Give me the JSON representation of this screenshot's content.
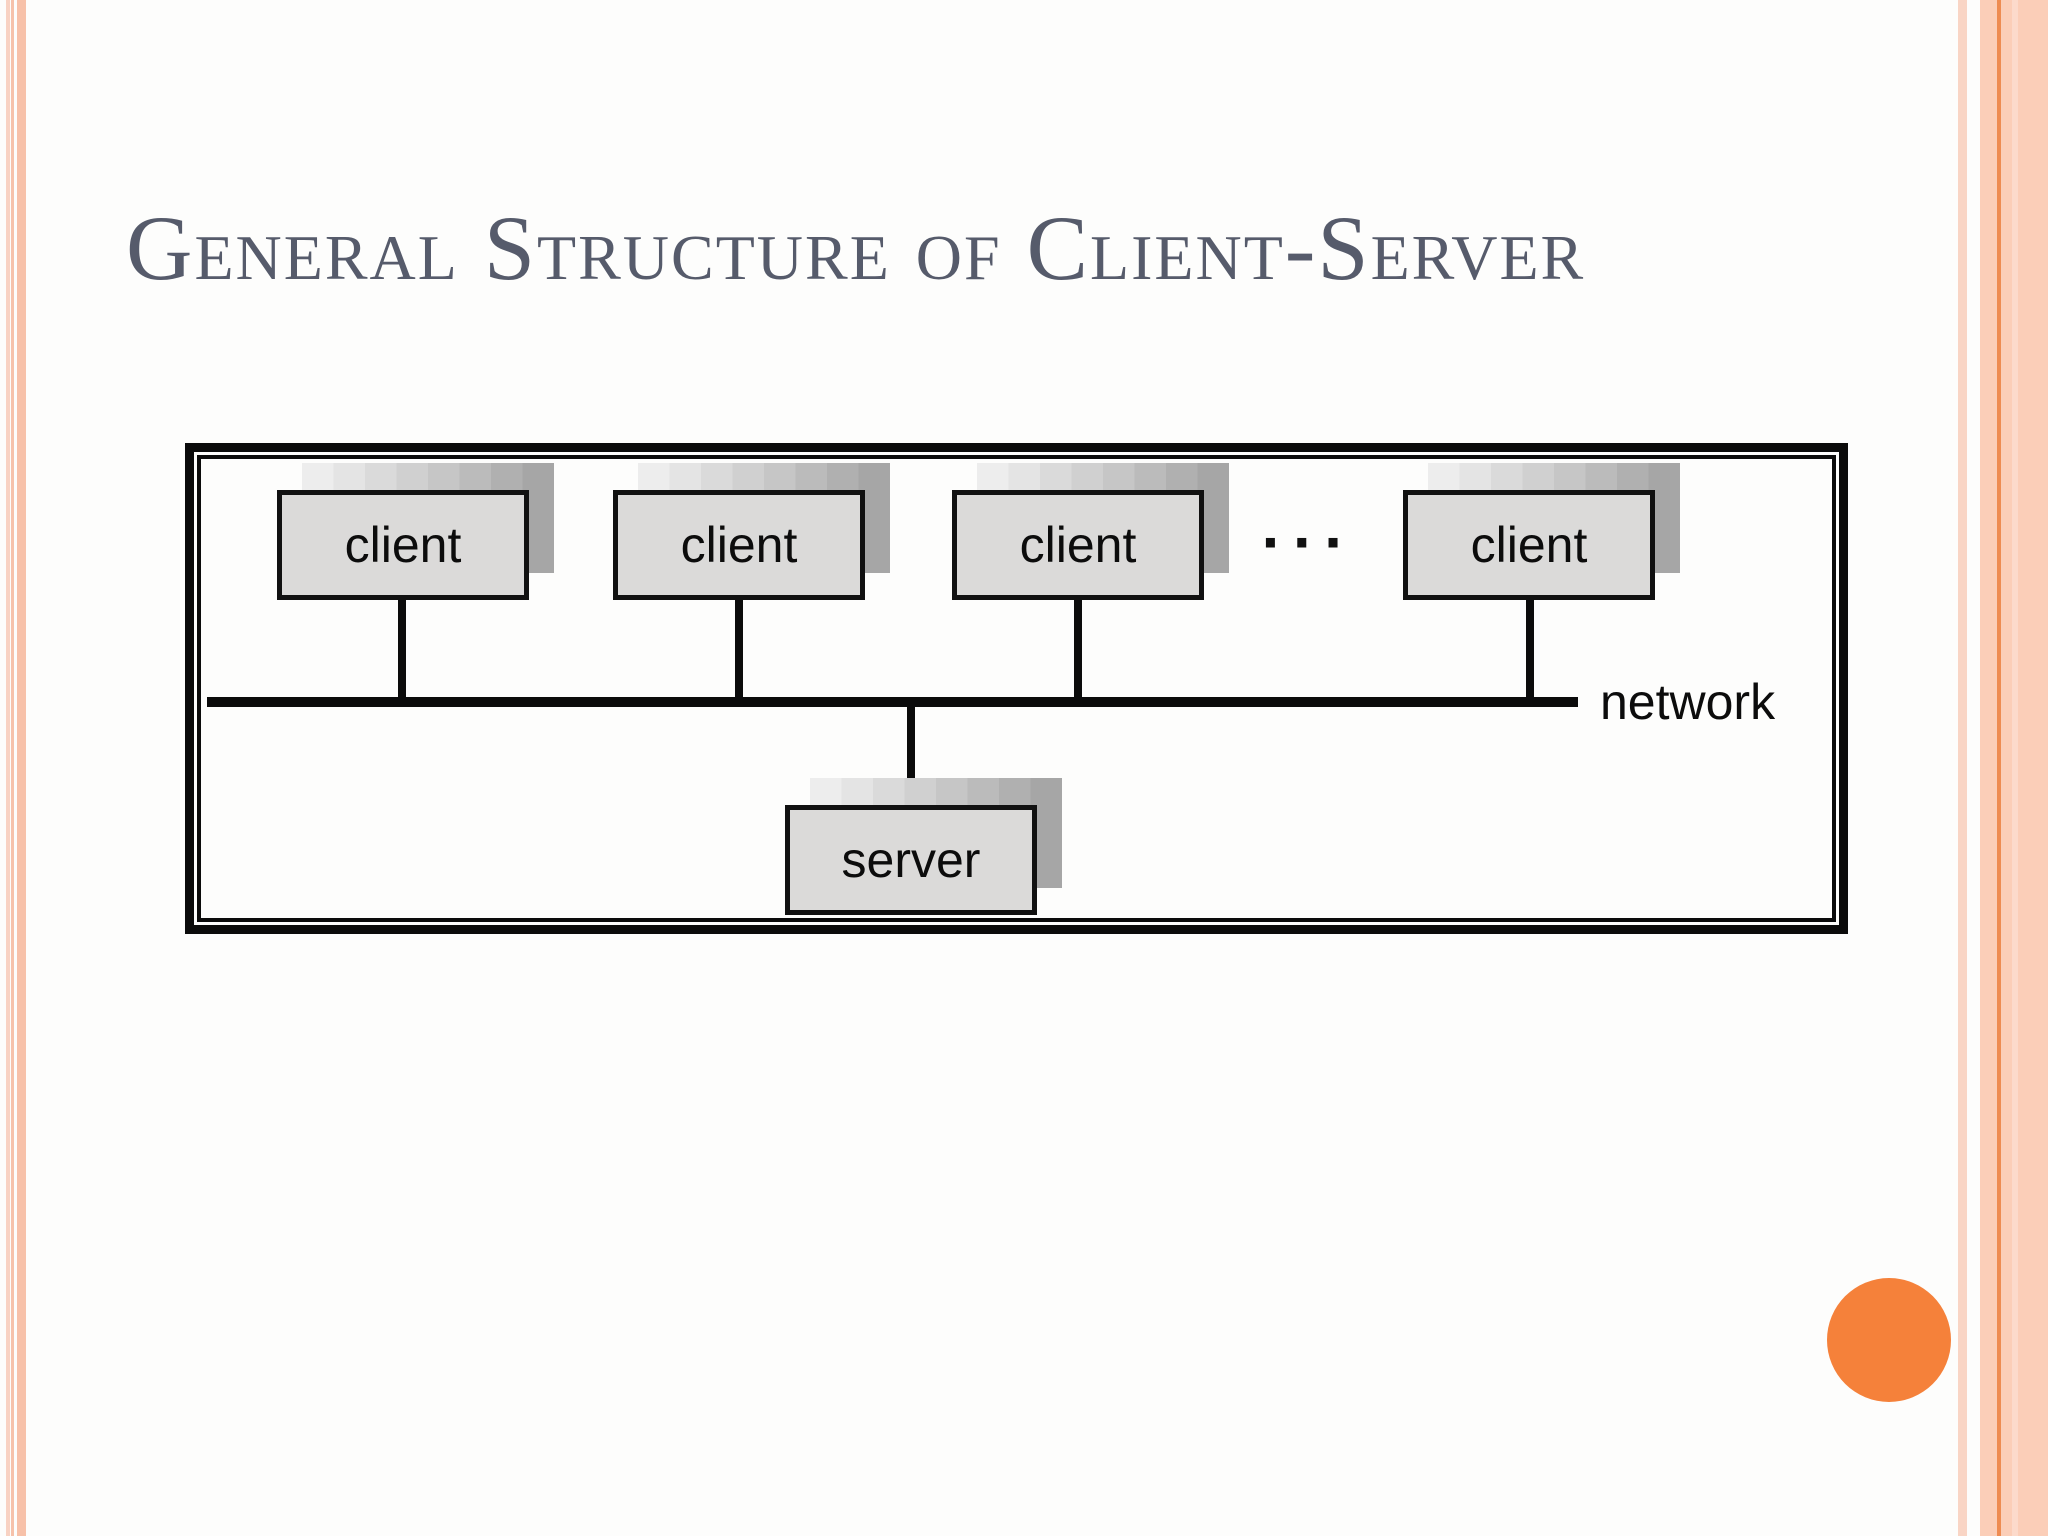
{
  "slide": {
    "title": "General Structure of Client-Server",
    "theme": {
      "background": "#fdfdfc",
      "stripe_salmon": "#f7c1a9",
      "right_band_peach": "#fbceb8",
      "right_band_orange_line": "#ee8c52",
      "accent_circle_orange": "#f5813a",
      "title_color": "#565b6b"
    }
  },
  "diagram": {
    "clients": [
      {
        "label": "client"
      },
      {
        "label": "client"
      },
      {
        "label": "client"
      },
      {
        "label": "client"
      }
    ],
    "ellipsis": "···",
    "server": {
      "label": "server"
    },
    "network": {
      "label": "network"
    },
    "node_fill": "#dbdad9",
    "line_color": "#0b0b0b"
  }
}
